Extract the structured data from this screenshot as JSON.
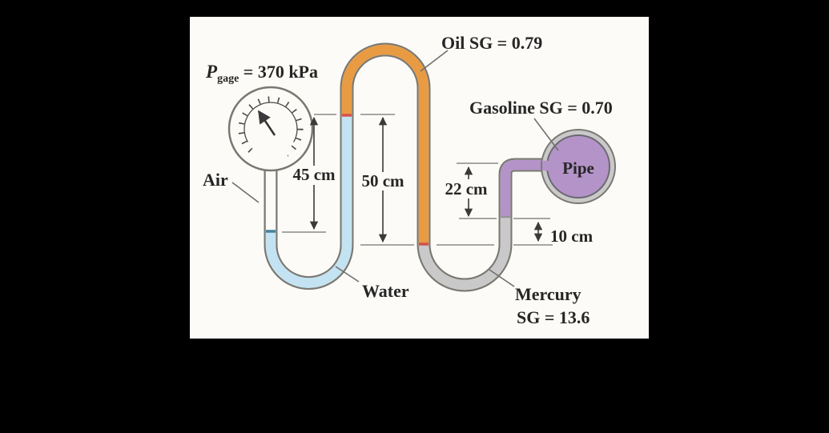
{
  "figure": {
    "type": "fluid-mechanics-manometer-diagram",
    "gauge_reading": "370 kPa"
  },
  "labels": {
    "pressure_p": "P",
    "pressure_sub": "gage",
    "pressure_rest": " = 370 kPa",
    "oil": "Oil SG = 0.79",
    "gasoline": "Gasoline SG = 0.70",
    "air": "Air",
    "water": "Water",
    "mercury_line1": "Mercury",
    "mercury_line2": "SG = 13.6",
    "pipe": "Pipe",
    "dim_45": "45 cm",
    "dim_50": "50 cm",
    "dim_22": "22 cm",
    "dim_10": "10 cm"
  },
  "colors": {
    "oil": "#e99b43",
    "water": "#c4e3f2",
    "mercury": "#c9c9c9",
    "gasoline": "#b493c8",
    "pipe_fill": "#b493c8",
    "pipe_ring": "#c9c9c9",
    "tube_wall": "#7a7872",
    "interface_red": "#d6504d",
    "interface_blue": "#47809c",
    "panel_bg": "#fcfbf7"
  }
}
